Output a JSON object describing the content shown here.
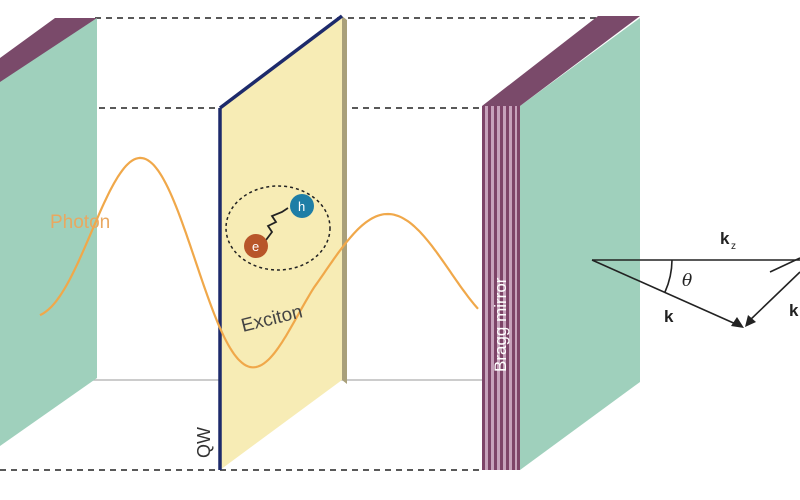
{
  "labels": {
    "photon": "Photon",
    "exciton": "Exciton",
    "qw": "QW",
    "bragg_mirror": "Bragg mirror",
    "electron": "e",
    "hole": "h",
    "k_z": "k",
    "k_z_subscript": "z",
    "k": "k",
    "theta": "θ",
    "k_partial": "k"
  },
  "colors": {
    "mirror_face": "#9fd0bc",
    "mirror_edge": "#7a4a6a",
    "bragg_stripe_dark": "#7d4468",
    "bragg_stripe_light": "#c6a2bb",
    "qw_face": "#f7ecb5",
    "qw_edge": "#1d2a6b",
    "qw_side": "#c9bf8a",
    "photon_wave": "#f0a84a",
    "photon_text": "#e9a860",
    "electron": "#b8562a",
    "hole": "#1e7ea6",
    "dashed": "#222222",
    "text": "#333333"
  },
  "icons": {
    "electron": "electron-sphere",
    "hole": "hole-sphere",
    "spring": "coulomb-spring"
  }
}
